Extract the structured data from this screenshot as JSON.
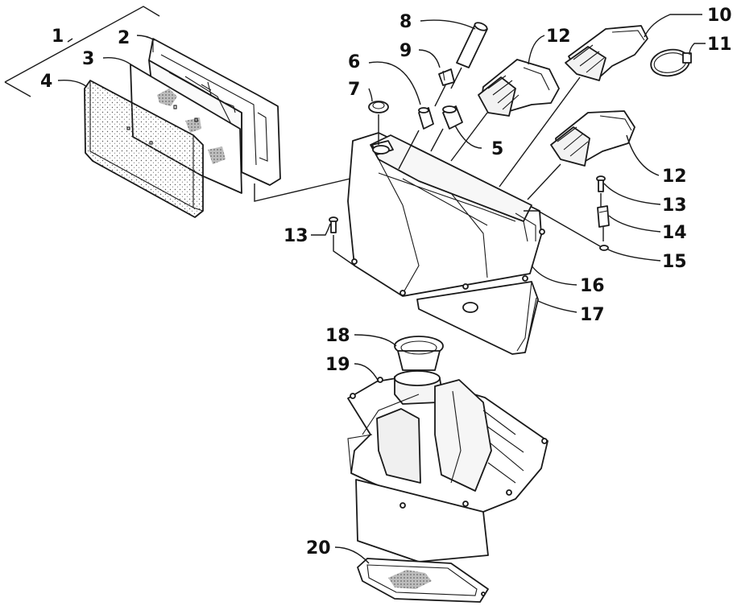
{
  "diagram": {
    "callouts": [
      {
        "id": "c1",
        "text": "1"
      },
      {
        "id": "c2",
        "text": "2"
      },
      {
        "id": "c3",
        "text": "3"
      },
      {
        "id": "c4",
        "text": "4"
      },
      {
        "id": "c5",
        "text": "5"
      },
      {
        "id": "c6",
        "text": "6"
      },
      {
        "id": "c7",
        "text": "7"
      },
      {
        "id": "c8",
        "text": "8"
      },
      {
        "id": "c9",
        "text": "9"
      },
      {
        "id": "c10",
        "text": "10"
      },
      {
        "id": "c11",
        "text": "11"
      },
      {
        "id": "c12a",
        "text": "12"
      },
      {
        "id": "c12b",
        "text": "12"
      },
      {
        "id": "c13a",
        "text": "13"
      },
      {
        "id": "c13b",
        "text": "13"
      },
      {
        "id": "c14",
        "text": "14"
      },
      {
        "id": "c15",
        "text": "15"
      },
      {
        "id": "c16",
        "text": "16"
      },
      {
        "id": "c17",
        "text": "17"
      },
      {
        "id": "c18",
        "text": "18"
      },
      {
        "id": "c19",
        "text": "19"
      },
      {
        "id": "c20",
        "text": "20"
      }
    ]
  }
}
